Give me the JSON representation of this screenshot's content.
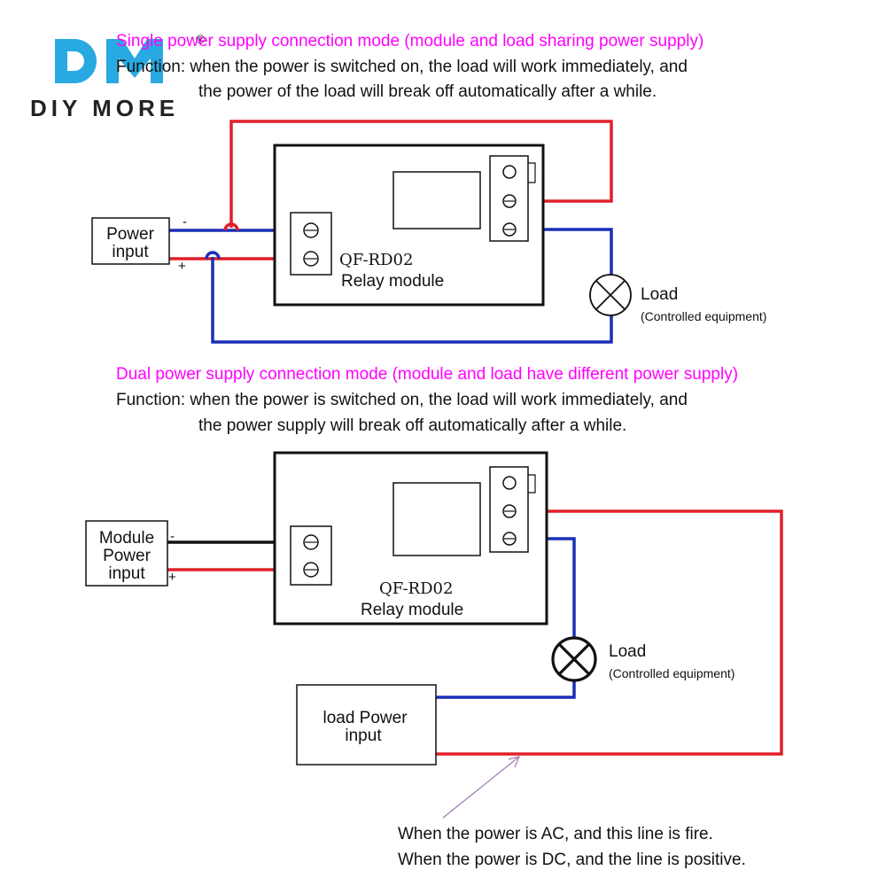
{
  "brand": {
    "logo_text": "DIY MORE",
    "logo_mark": "DM",
    "registered": "®",
    "colors": {
      "logo_blue": "#29a9e1",
      "logo_dark": "#222222"
    }
  },
  "colors": {
    "heading": "#ff00ff",
    "positive_wire": "#e0202a",
    "negative_wire": "#1a2fb5",
    "black_wire": "#111111",
    "annotation_arrow": "#a07ab0"
  },
  "single": {
    "heading": "Single power supply connection mode (module and load sharing power supply)",
    "function_line1": "Function: when the power is switched on, the load will work immediately, and",
    "function_line2": "the power of the load will break off automatically after a while.",
    "power_input": [
      "Power",
      "input"
    ],
    "minus": "-",
    "plus": "+",
    "model": "QF-RD02",
    "module": "Relay module",
    "load": "Load",
    "load_sub": "(Controlled equipment)"
  },
  "dual": {
    "heading": "Dual power supply connection mode (module and load have different power supply)",
    "function_line1": "Function: when the power is switched on, the load will work immediately, and",
    "function_line2": "the power supply will break off automatically after a while.",
    "module_power": [
      "Module",
      "Power",
      "input"
    ],
    "minus": "-",
    "plus": "+",
    "model": "QF-RD02",
    "module": "Relay module",
    "load": "Load",
    "load_sub": "(Controlled equipment)",
    "load_power": [
      "load Power",
      "input"
    ]
  },
  "note": {
    "line1": "When the power is AC, and this line is fire.",
    "line2": "When the power is DC, and the line is positive."
  }
}
